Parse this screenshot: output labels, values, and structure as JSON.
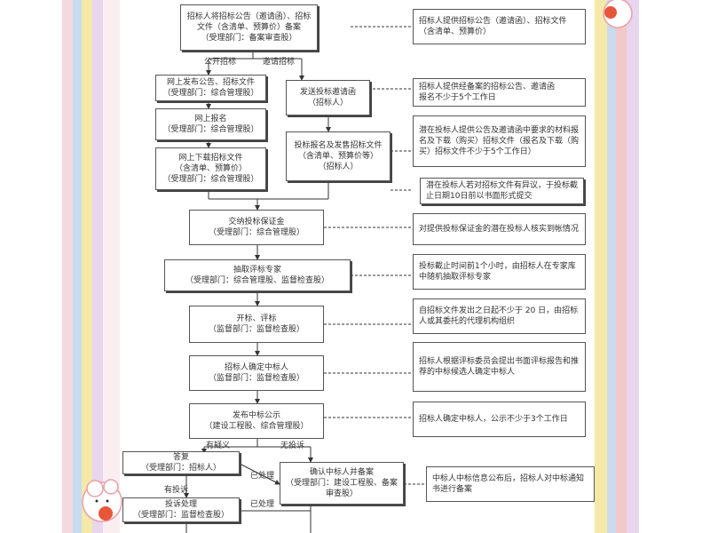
{
  "flow": {
    "main": {
      "record": "招标人将招标公告（邀请函）、招标文件（含清单、预算价）备案\n（受理部门：备案审查股）",
      "online_publish": "网上发布公告、招标文件\n（受理部门：综合管理股）",
      "online_register": "网上报名\n（受理部门：综合管理股）",
      "online_download": "网上下载招标文件\n（含清单、预算价）\n（受理部门：综合管理股）",
      "send_invite": "发送投标邀请函\n（招标人）",
      "invite_register": "投标报名及发售招标文件\n（含清单、预算价等）\n（招标人）",
      "deposit": "交纳投标保证金\n（受理部门：综合管理股）",
      "experts": "抽取评标专家\n（受理部门：综合管理股、监督检查股）",
      "open_bid": "开标、评标\n（监督部门：监督检查股）",
      "confirm_winner": "招标人确定中标人\n（监督部门：监督检查股）",
      "publicity": "发布中标公示\n（建设工程股、综合管理股）",
      "reply": "答复\n（受理部门：招标人）",
      "complaint": "投诉处理\n（受理部门：监督检查股）",
      "confirm_record": "确认中标人并备案\n（受理部门：建设工程股、备案审查股）"
    },
    "notes": {
      "n1": "招标人提供招标公告（邀请函）、招标文件（含清单、预算价）",
      "n2": "招标人提供经备案的招标公告、邀请函\n报名不少于5个工作日",
      "n3": "潜在投标人提供公告及邀请函中要求的材料报名及下载（购买）招标文件（报名及下载（购买）招标文件不少于5个工作日）",
      "n4": "潜在投标人若对招标文件有异议，于投标截止日期10日前以书面形式提交",
      "n5": "对提供投标保证金的潜在投标人核实到帐情况",
      "n6": "投标截止时间前1个小时，由招标人在专家库中随机抽取评标专家",
      "n7": "自招标文件发出之日起不少于 20 日，由招标人或其委托的代理机构组织",
      "n8": "招标人根据评标委员会提出书面评标报告和推荐的中标候选人确定中标人",
      "n9": "招标人确定中标人，公示不少于3个工作日",
      "n10": "中标人中标信息公布后，招标人对中标通知书进行备案"
    },
    "labels": {
      "public": "公开招标",
      "invite": "邀请招标",
      "has_doubt": "有疑义",
      "no_complaint": "无投诉",
      "processed1": "已处理",
      "has_complaint": "有投诉",
      "processed2": "已处理"
    }
  },
  "colors": {
    "stripes": [
      "#f6d9de",
      "#f4e9a8",
      "#c9dcef",
      "#e8d6ef",
      "#f3c8c8"
    ],
    "accent": "#e8563a"
  }
}
